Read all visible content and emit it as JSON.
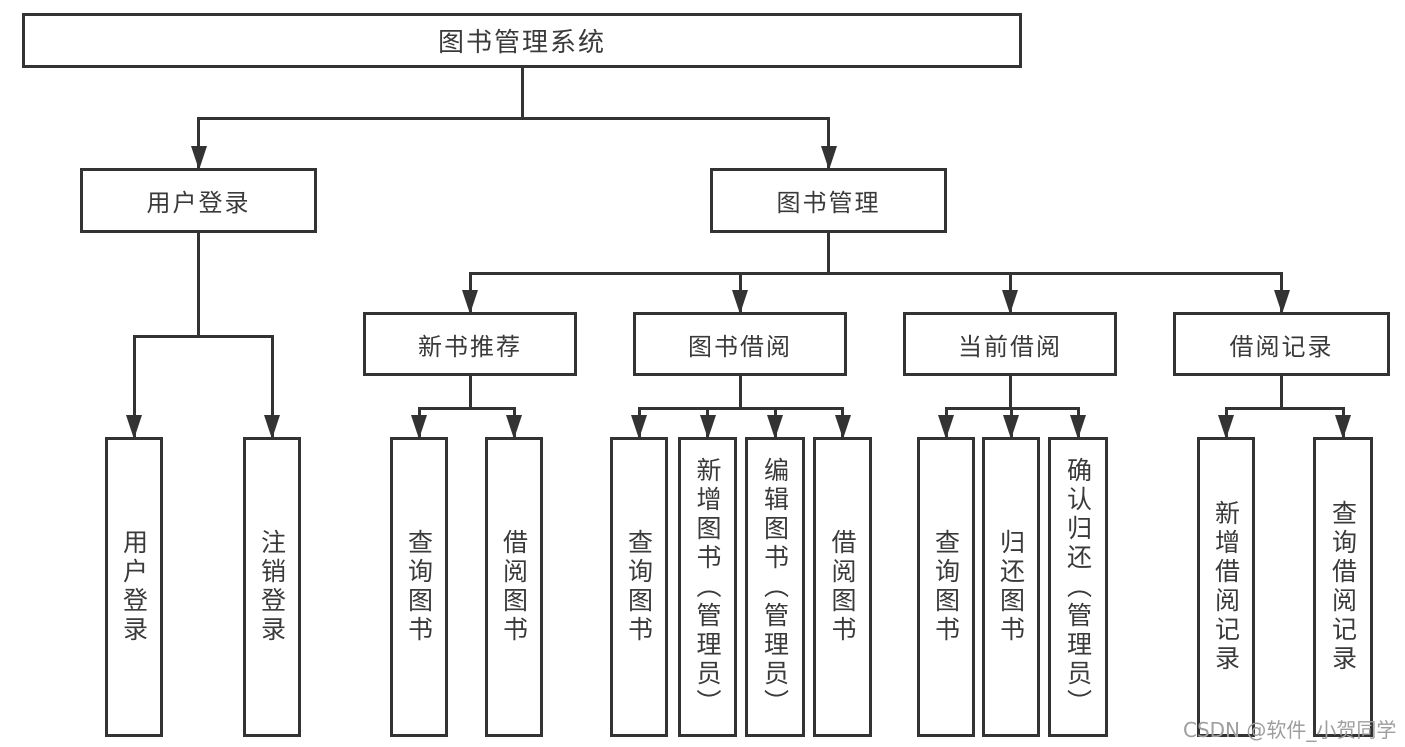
{
  "diagram": {
    "title": "图书管理系统",
    "line_color": "#333333",
    "nodes": [
      {
        "id": "library-system",
        "label": "图书管理系统",
        "orientation": "horizontal",
        "level": 1
      },
      {
        "id": "user-login",
        "label": "用户登录",
        "orientation": "horizontal",
        "level": 2
      },
      {
        "id": "book-mgmt",
        "label": "图书管理",
        "orientation": "horizontal",
        "level": 2
      },
      {
        "id": "new-book-rec",
        "label": "新书推荐",
        "orientation": "horizontal",
        "level": 3
      },
      {
        "id": "book-borrow",
        "label": "图书借阅",
        "orientation": "horizontal",
        "level": 3
      },
      {
        "id": "current-borrow",
        "label": "当前借阅",
        "orientation": "horizontal",
        "level": 3
      },
      {
        "id": "borrow-records",
        "label": "借阅记录",
        "orientation": "horizontal",
        "level": 3
      },
      {
        "id": "leaf-user-login",
        "label": "用户登录",
        "orientation": "vertical",
        "level": 4
      },
      {
        "id": "leaf-logout",
        "label": "注销登录",
        "orientation": "vertical",
        "level": 4
      },
      {
        "id": "nb-query-books",
        "label": "查询图书",
        "orientation": "vertical",
        "level": 4
      },
      {
        "id": "nb-borrow-books",
        "label": "借阅图书",
        "orientation": "vertical",
        "level": 4
      },
      {
        "id": "bb-query-books",
        "label": "查询图书",
        "orientation": "vertical",
        "level": 4
      },
      {
        "id": "bb-add-books",
        "label": "新增图书（管理员）",
        "orientation": "vertical",
        "level": 4
      },
      {
        "id": "bb-edit-books",
        "label": "编辑图书（管理员）",
        "orientation": "vertical",
        "level": 4
      },
      {
        "id": "bb-borrow-books",
        "label": "借阅图书",
        "orientation": "vertical",
        "level": 4
      },
      {
        "id": "cb-query-books",
        "label": "查询图书",
        "orientation": "vertical",
        "level": 4
      },
      {
        "id": "cb-return-books",
        "label": "归还图书",
        "orientation": "vertical",
        "level": 4
      },
      {
        "id": "cb-confirm-return",
        "label": "确认归还（管理员）",
        "orientation": "vertical",
        "level": 4
      },
      {
        "id": "br-add-record",
        "label": "新增借阅记录",
        "orientation": "vertical",
        "level": 4
      },
      {
        "id": "br-query-record",
        "label": "查询借阅记录",
        "orientation": "vertical",
        "level": 4
      }
    ],
    "edges": [
      {
        "from": "library-system",
        "to": [
          "user-login",
          "book-mgmt"
        ]
      },
      {
        "from": "user-login",
        "to": [
          "leaf-user-login",
          "leaf-logout"
        ]
      },
      {
        "from": "book-mgmt",
        "to": [
          "new-book-rec",
          "book-borrow",
          "current-borrow",
          "borrow-records"
        ]
      },
      {
        "from": "new-book-rec",
        "to": [
          "nb-query-books",
          "nb-borrow-books"
        ]
      },
      {
        "from": "book-borrow",
        "to": [
          "bb-query-books",
          "bb-add-books",
          "bb-edit-books",
          "bb-borrow-books"
        ]
      },
      {
        "from": "current-borrow",
        "to": [
          "cb-query-books",
          "cb-return-books",
          "cb-confirm-return"
        ]
      },
      {
        "from": "borrow-records",
        "to": [
          "br-add-record",
          "br-query-record"
        ]
      }
    ]
  },
  "watermark": {
    "text": "CSDN @软件_小贺同学",
    "color": "#9e9e9e"
  }
}
